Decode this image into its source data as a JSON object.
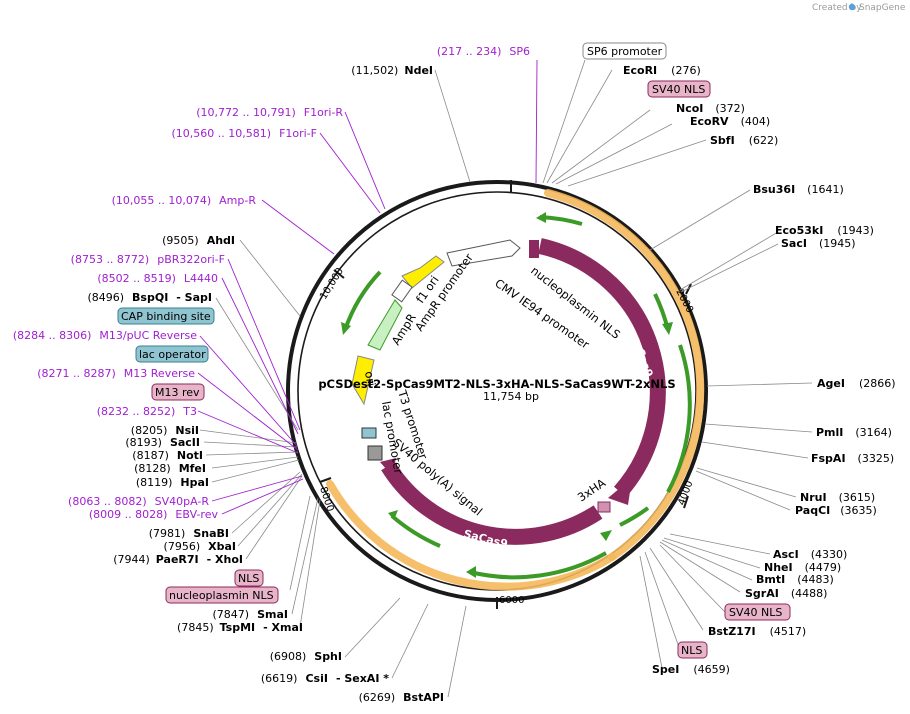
{
  "credit": {
    "text": "Created by",
    "brand": "SnapGene"
  },
  "plasmid": {
    "name": "pCSDest2-SpCas9MT2-NLS-3xHA-NLS-SaCas9WT-2xNLS",
    "size": "11,754 bp"
  },
  "ticks": [
    "2000",
    "4000",
    "6000",
    "8000",
    "10,000"
  ],
  "sites": [
    {
      "name": "NdeI",
      "pos": "(11,502)"
    },
    {
      "name": "EcoRI",
      "pos": "(276)"
    },
    {
      "name": "NcoI",
      "pos": "(372)"
    },
    {
      "name": "EcoRV",
      "pos": "(404)"
    },
    {
      "name": "SbfI",
      "pos": "(622)"
    },
    {
      "name": "Bsu36I",
      "pos": "(1641)"
    },
    {
      "name": "Eco53kI",
      "pos": "(1943)"
    },
    {
      "name": "SacI",
      "pos": "(1945)"
    },
    {
      "name": "AgeI",
      "pos": "(2866)"
    },
    {
      "name": "PmlI",
      "pos": "(3164)"
    },
    {
      "name": "FspAI",
      "pos": "(3325)"
    },
    {
      "name": "NruI",
      "pos": "(3615)"
    },
    {
      "name": "PaqCI",
      "pos": "(3635)"
    },
    {
      "name": "AscI",
      "pos": "(4330)"
    },
    {
      "name": "NheI",
      "pos": "(4479)"
    },
    {
      "name": "BmtI",
      "pos": "(4483)"
    },
    {
      "name": "SgrAI",
      "pos": "(4488)"
    },
    {
      "name": "BstZ17I",
      "pos": "(4517)"
    },
    {
      "name": "SpeI",
      "pos": "(4659)"
    },
    {
      "name": "BstAPI",
      "pos": "(6269)"
    },
    {
      "name": "CsiI",
      "pos": "(6619)",
      "extra": "- SexAI *"
    },
    {
      "name": "SphI",
      "pos": "(6908)"
    },
    {
      "name": "TspMI",
      "pos": "(7845)",
      "extra": "- XmaI"
    },
    {
      "name": "SmaI",
      "pos": "(7847)"
    },
    {
      "name": "PaeR7I",
      "pos": "(7944)",
      "extra": "- XhoI"
    },
    {
      "name": "XbaI",
      "pos": "(7956)"
    },
    {
      "name": "SnaBI",
      "pos": "(7981)"
    },
    {
      "name": "HpaI",
      "pos": "(8119)"
    },
    {
      "name": "MfeI",
      "pos": "(8128)"
    },
    {
      "name": "NotI",
      "pos": "(8187)"
    },
    {
      "name": "SacII",
      "pos": "(8193)"
    },
    {
      "name": "NsiI",
      "pos": "(8205)"
    },
    {
      "name": "BspQI",
      "pos": "(8496)",
      "extra": "- SapI"
    },
    {
      "name": "AhdI",
      "pos": "(9505)"
    }
  ],
  "primers": [
    {
      "range": "(217 .. 234)",
      "name": "SP6"
    },
    {
      "range": "(10,772 .. 10,791)",
      "name": "F1ori-R"
    },
    {
      "range": "(10,560 .. 10,581)",
      "name": "F1ori-F"
    },
    {
      "range": "(10,055 .. 10,074)",
      "name": "Amp-R"
    },
    {
      "range": "(8753 .. 8772)",
      "name": "pBR322ori-F"
    },
    {
      "range": "(8502 .. 8519)",
      "name": "L4440"
    },
    {
      "range": "(8284 .. 8306)",
      "name": "M13/pUC Reverse"
    },
    {
      "range": "(8271 .. 8287)",
      "name": "M13 Reverse"
    },
    {
      "range": "(8232 .. 8252)",
      "name": "T3"
    },
    {
      "range": "(8063 .. 8082)",
      "name": "SV40pA-R"
    },
    {
      "range": "(8009 .. 8028)",
      "name": "EBV-rev"
    }
  ],
  "boxed": [
    {
      "text": "SP6 promoter",
      "color": "#ffffff"
    },
    {
      "text": "SV40 NLS",
      "color": "#e8b4c8"
    },
    {
      "text": "CAP binding site",
      "color": "#8fc4d0"
    },
    {
      "text": "lac operator",
      "color": "#8fc4d0"
    },
    {
      "text": "M13 rev",
      "color": "#e8b4c8"
    },
    {
      "text": "NLS",
      "color": "#e8b4c8"
    },
    {
      "text": "nucleoplasmin NLS",
      "color": "#e8b4c8"
    },
    {
      "text": "SV40 NLS",
      "color": "#e8b4c8"
    },
    {
      "text": "NLS",
      "color": "#e8b4c8"
    }
  ],
  "features": {
    "cas9": "Cas9",
    "sacas9": "SaCas9",
    "nucleoplasmin_nls": "nucleoplasmin NLS",
    "cmv": "CMV IE94 promoter",
    "f1ori": "f1 ori",
    "ampr_promoter": "AmpR promoter",
    "ampr": "AmpR",
    "ori": "ori",
    "lac_promoter": "lac promoter",
    "t3_promoter": "T3 promoter",
    "sv40_polya": "SV40 poly(A) signal",
    "threexha": "3xHA"
  },
  "colors": {
    "cas9": "#8b2a5f",
    "orange_arc": "#f5b85c",
    "green_arrow": "#3c9a26",
    "ampr_fill": "#c8f0c0",
    "yellow": "#ffee00",
    "primer_line": "#a020d0",
    "site_line": "#888888"
  },
  "icons": {
    "snapgene": "snapgene-logo-icon"
  }
}
